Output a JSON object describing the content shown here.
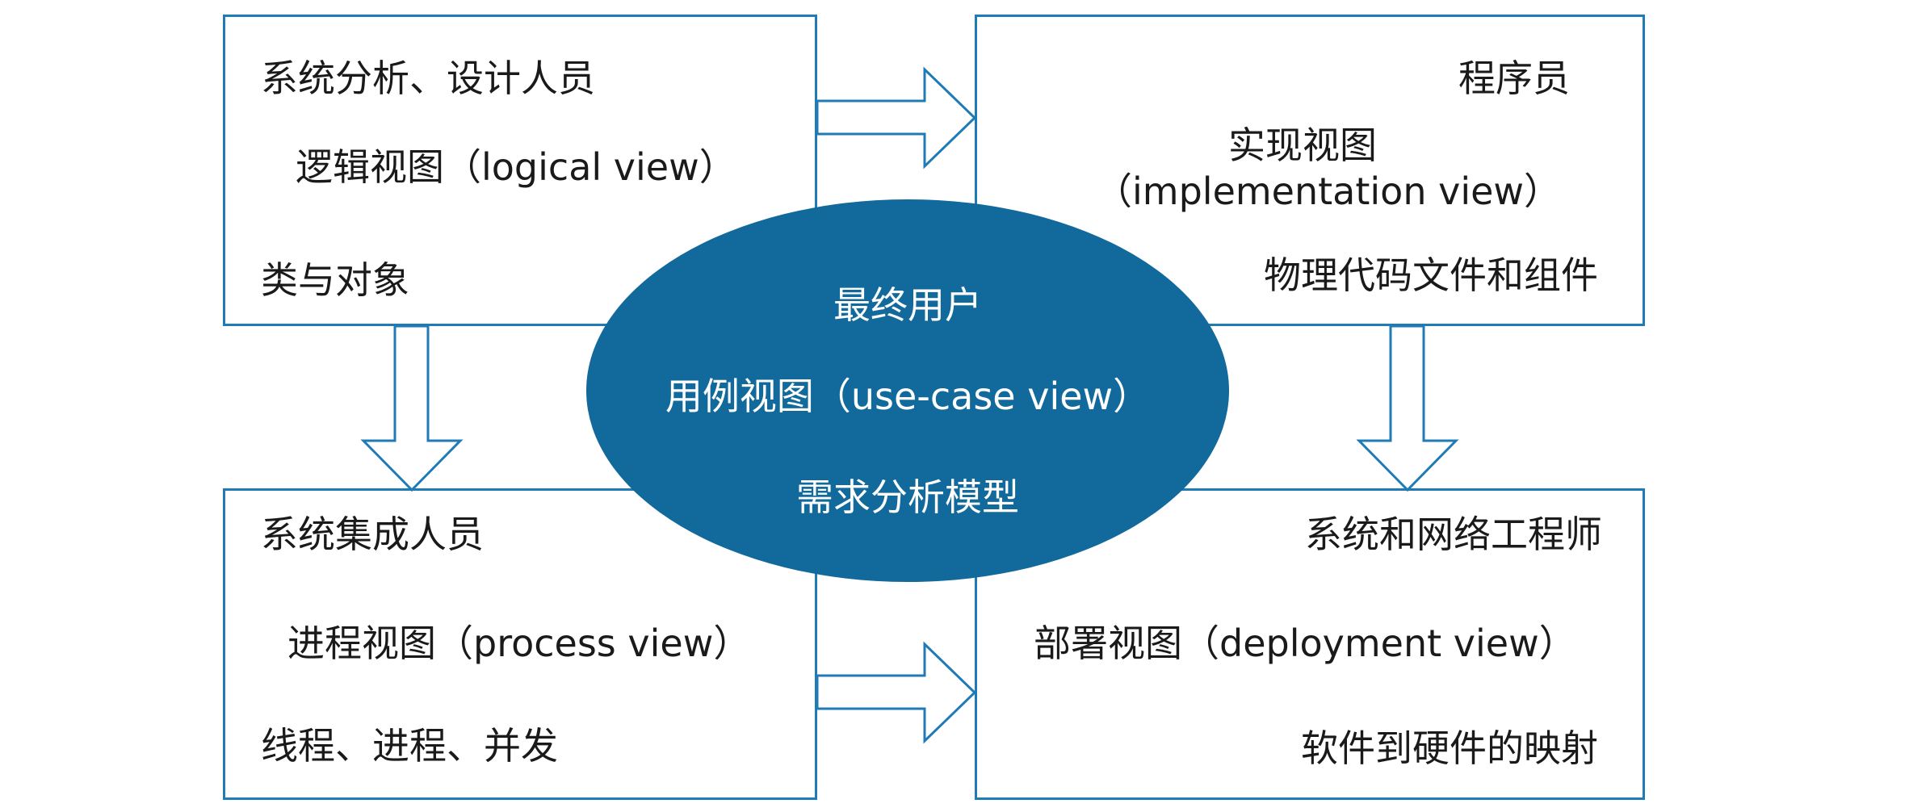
{
  "logical": {
    "role": "系统分析、设计人员",
    "view": "逻辑视图（logical view）",
    "content": "类与对象"
  },
  "implementation": {
    "role": "程序员",
    "view_line1": "实现视图",
    "view_line2": "（implementation view）",
    "content": "物理代码文件和组件"
  },
  "process": {
    "role": "系统集成人员",
    "view": "进程视图（process view）",
    "content": "线程、进程、并发"
  },
  "deployment": {
    "role": "系统和网络工程师",
    "view": "部署视图（deployment view）",
    "content": "软件到硬件的映射"
  },
  "usecase": {
    "role": "最终用户",
    "view": "用例视图（use-case view）",
    "content": "需求分析模型"
  },
  "colors": {
    "border": "#1f7bb6",
    "ellipse": "#12699b",
    "arrow": "#1f7bb6"
  }
}
